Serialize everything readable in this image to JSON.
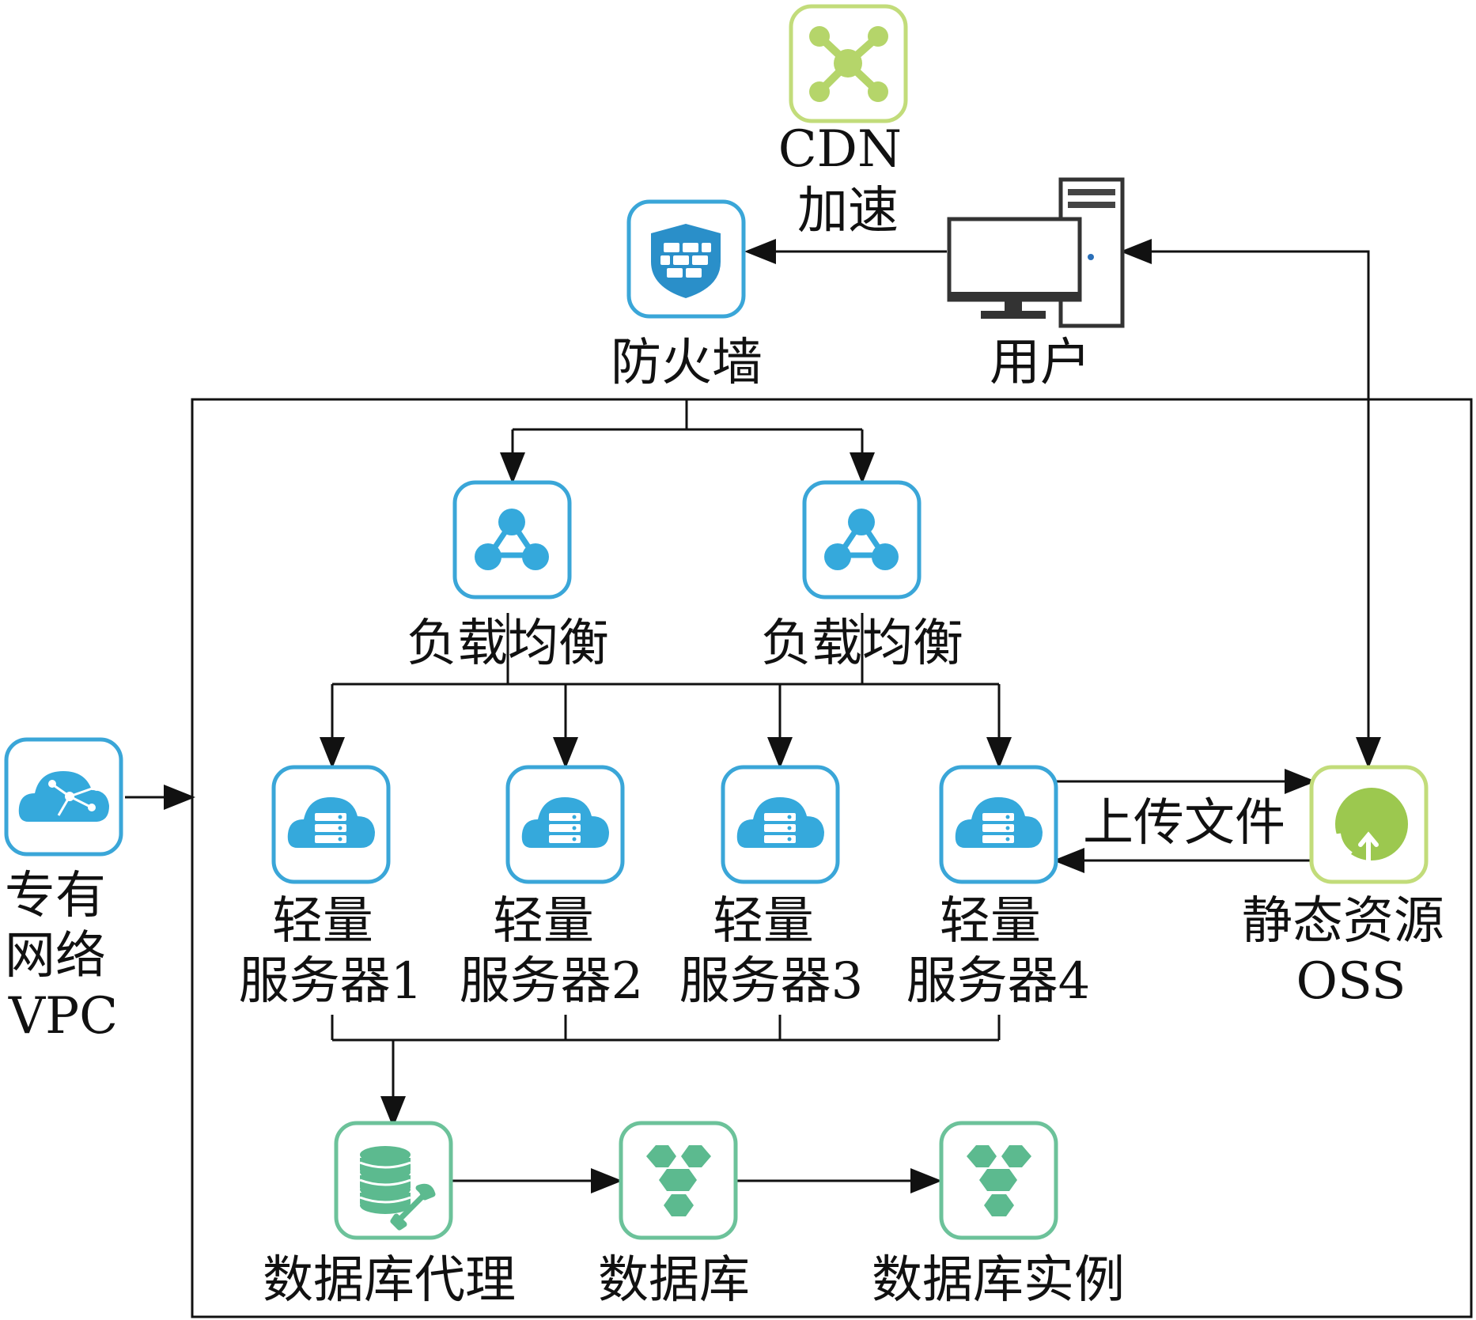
{
  "nodes": {
    "cdn": {
      "label_lines": [
        "CDN",
        "加速"
      ],
      "icon": "cdn-hub-icon",
      "color": "#b5d56a"
    },
    "firewall": {
      "label_lines": [
        "防火墙"
      ],
      "icon": "firewall-shield-icon",
      "color": "#2a8fc9"
    },
    "user": {
      "label_lines": [
        "用户"
      ],
      "icon": "desktop-computer-icon",
      "color": "#333333"
    },
    "lb1": {
      "label_lines": [
        "负载均衡"
      ],
      "icon": "load-balancer-icon",
      "color": "#35a9dc"
    },
    "lb2": {
      "label_lines": [
        "负载均衡"
      ],
      "icon": "load-balancer-icon",
      "color": "#35a9dc"
    },
    "server1": {
      "label_lines": [
        "轻量",
        "服务器1"
      ],
      "icon": "cloud-server-icon",
      "color": "#35a9dc"
    },
    "server2": {
      "label_lines": [
        "轻量",
        "服务器2"
      ],
      "icon": "cloud-server-icon",
      "color": "#35a9dc"
    },
    "server3": {
      "label_lines": [
        "轻量",
        "服务器3"
      ],
      "icon": "cloud-server-icon",
      "color": "#35a9dc"
    },
    "server4": {
      "label_lines": [
        "轻量",
        "服务器4"
      ],
      "icon": "cloud-server-icon",
      "color": "#35a9dc"
    },
    "oss": {
      "label_lines": [
        "静态资源",
        "OSS"
      ],
      "icon": "oss-upload-icon",
      "color": "#9cc84f"
    },
    "vpc": {
      "label_lines": [
        "专有",
        "网络",
        "VPC"
      ],
      "icon": "vpc-cloud-network-icon",
      "color": "#35a9dc"
    },
    "db_proxy": {
      "label_lines": [
        "数据库代理"
      ],
      "icon": "database-proxy-icon",
      "color": "#5cba8f"
    },
    "db": {
      "label_lines": [
        "数据库"
      ],
      "icon": "database-hexagon-icon",
      "color": "#5cba8f"
    },
    "db_instance": {
      "label_lines": [
        "数据库实例"
      ],
      "icon": "database-hexagon-icon",
      "color": "#5cba8f"
    }
  },
  "edges": {
    "upload_label": "上传文件"
  },
  "colors": {
    "line": "#111111",
    "icon_border_blue": "#3aa6d8",
    "icon_border_green_light": "#c2dc7a",
    "icon_border_green": "#6cc29a"
  }
}
